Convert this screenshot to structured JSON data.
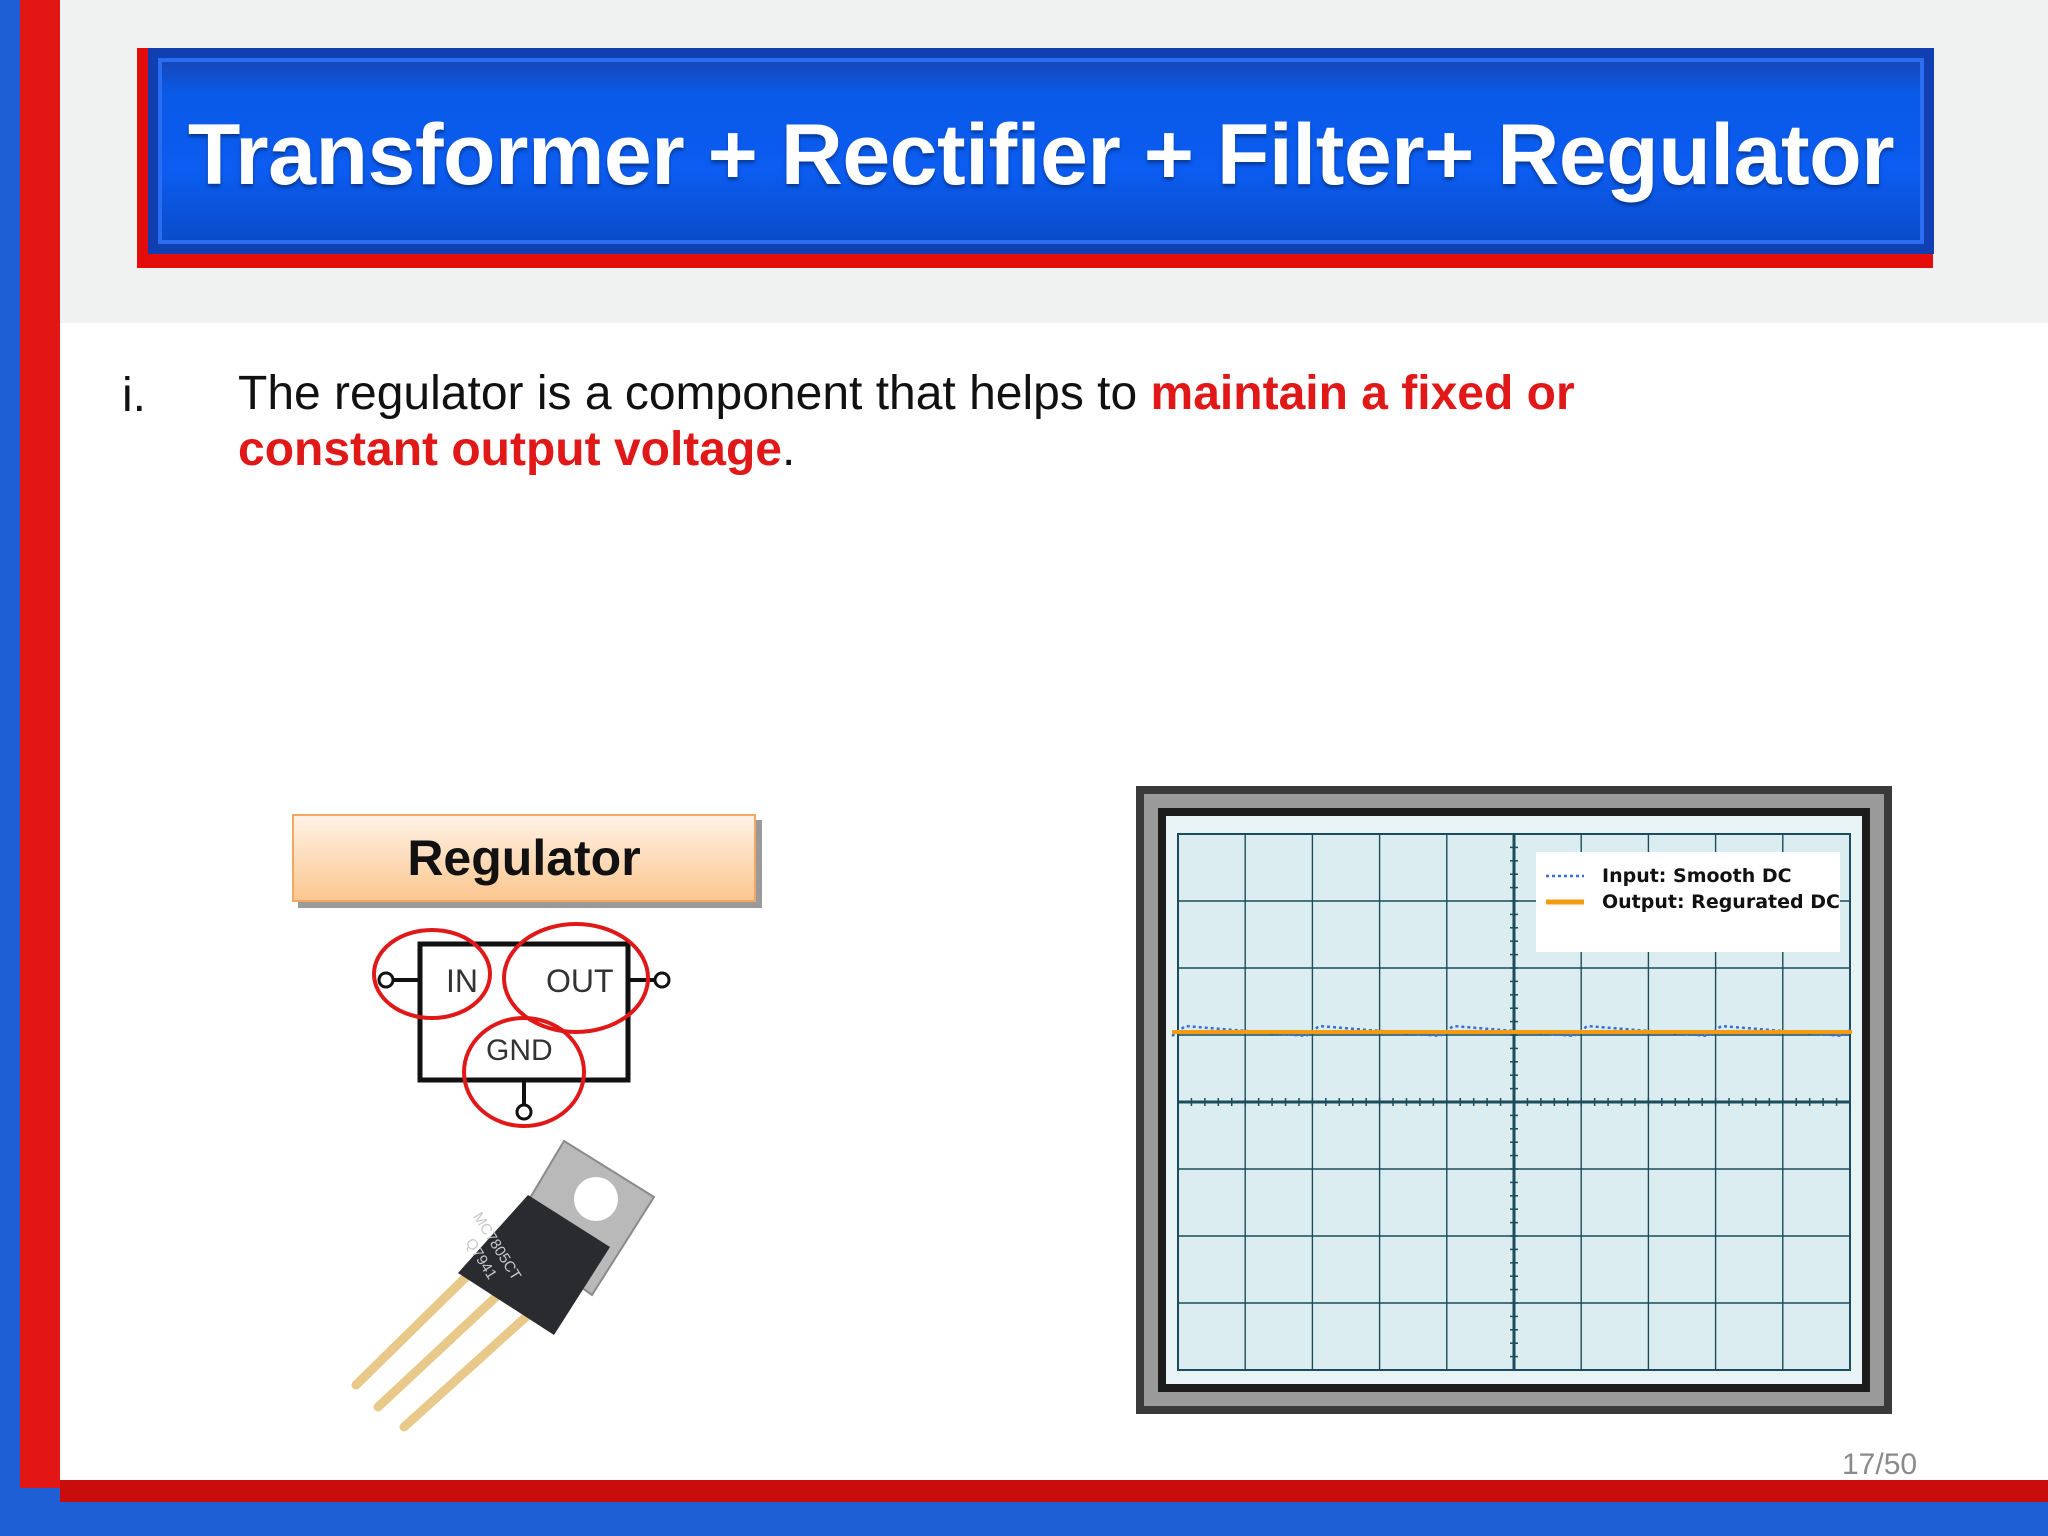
{
  "slide": {
    "title": "Transformer + Rectifier + Filter+ Regulator",
    "bullet": {
      "marker": "i.",
      "text_before": "The regulator is a component that helps to ",
      "highlight": "maintain a fixed or constant output voltage",
      "text_after": "."
    },
    "regulator_label": "Regulator",
    "symbol": {
      "in": "IN",
      "out": "OUT",
      "gnd": "GND"
    },
    "transistor_marking": {
      "line1": "MC7805CT",
      "line2": "Q7941"
    },
    "scope_legend": {
      "input": "Input: Smooth DC",
      "output": "Output:  Regurated DC"
    },
    "page_number": "17/50"
  },
  "colors": {
    "title_blue": "#0b5cf0",
    "accent_red": "#e31616",
    "highlight_red": "#e01818",
    "output_trace": "#f39c12",
    "input_trace": "#3a6fd8",
    "scope_screen": "#dcedf1"
  }
}
